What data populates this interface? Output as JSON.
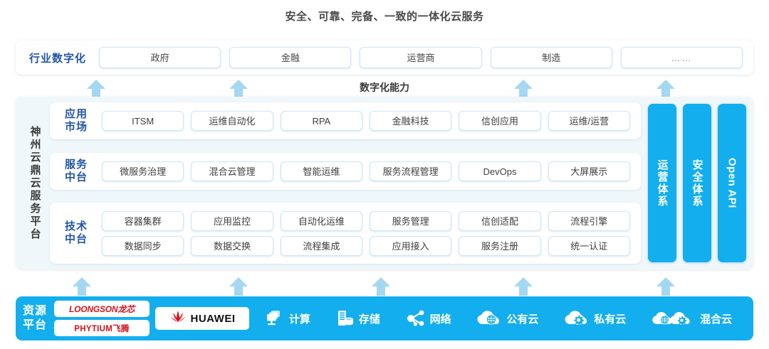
{
  "title": "安全、可靠、完备、一致的一体化云服务",
  "industry": {
    "label": "行业数字化",
    "items": [
      {
        "label": "政府"
      },
      {
        "label": "金融"
      },
      {
        "label": "运营商"
      },
      {
        "label": "制造"
      },
      {
        "label": "……"
      }
    ]
  },
  "capability_label": "数字化能力",
  "platform": {
    "vertical_title": "神州云鼎云服务平台",
    "tiers": [
      {
        "label_line1": "应用",
        "label_line2": "市场",
        "rows": [
          [
            "ITSM",
            "运维自动化",
            "RPA",
            "金融科技",
            "信创应用",
            "运维/运营"
          ]
        ]
      },
      {
        "label_line1": "服务",
        "label_line2": "中台",
        "rows": [
          [
            "微服务治理",
            "混合云管理",
            "智能运维",
            "服务流程管理",
            "DevOps",
            "大屏展示"
          ]
        ]
      },
      {
        "label_line1": "技术",
        "label_line2": "中台",
        "rows": [
          [
            "容器集群",
            "应用监控",
            "自动化运维",
            "服务管理",
            "信创适配",
            "流程引擎"
          ],
          [
            "数据同步",
            "数据交换",
            "流程集成",
            "应用接入",
            "服务注册",
            "统一认证"
          ]
        ]
      }
    ],
    "pillars": [
      {
        "label": "运营体系",
        "script": "cjk"
      },
      {
        "label": "安全体系",
        "script": "cjk"
      },
      {
        "label": "Open API",
        "script": "latin"
      }
    ]
  },
  "resource": {
    "label_line1": "资源",
    "label_line2": "平台",
    "logos": [
      {
        "name": "LOONGSON龙芯"
      },
      {
        "name": "PHYTIUM飞腾"
      },
      {
        "name": "HUAWEI"
      }
    ],
    "items": [
      {
        "label": "计算",
        "icon": "compute-icon"
      },
      {
        "label": "存储",
        "icon": "storage-icon"
      },
      {
        "label": "网络",
        "icon": "network-icon"
      },
      {
        "label": "公有云",
        "icon": "public-cloud-icon"
      },
      {
        "label": "私有云",
        "icon": "private-cloud-icon"
      },
      {
        "label": "混合云",
        "icon": "hybrid-cloud-icon"
      }
    ]
  },
  "colors": {
    "accent_blue": "#13aeee",
    "arrow_blue": "#a4d7f2",
    "label_blue": "#2255a4",
    "panel_bg": "#eff7fb",
    "logo_red": "#d4121a"
  },
  "arrows": {
    "top_positions": [
      100,
      300,
      700,
      900
    ],
    "bottom_positions": [
      80,
      300,
      500,
      700,
      900
    ]
  }
}
